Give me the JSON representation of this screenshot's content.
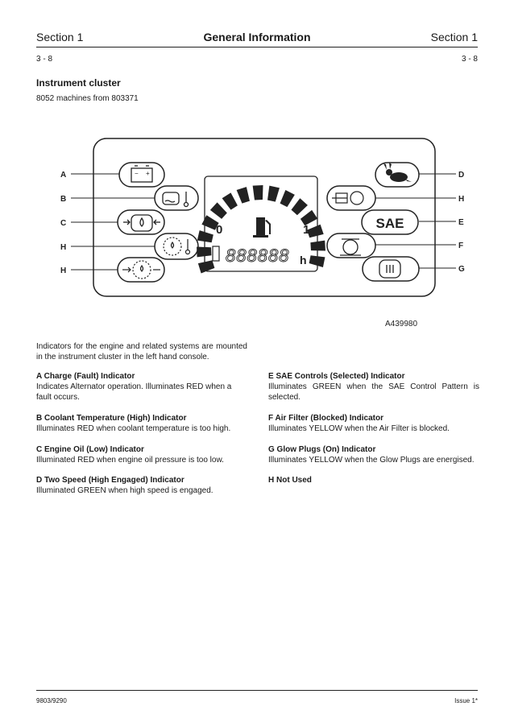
{
  "header": {
    "left": "Section 1",
    "center": "General Information",
    "right": "Section 1"
  },
  "page_numbers": {
    "left": "3 - 8",
    "right": "3 - 8"
  },
  "title": "Instrument cluster",
  "subtitle": "8052 machines from 803371",
  "figure": {
    "ref": "A439980",
    "callouts_left": [
      "A",
      "B",
      "C",
      "H",
      "H"
    ],
    "callouts_right": [
      "D",
      "H",
      "E",
      "F",
      "G"
    ],
    "gauge_min": "0",
    "gauge_max": "1",
    "lcd_digits": "888888",
    "lcd_unit": "h",
    "sae_label": "SAE",
    "icons": [
      "battery-icon",
      "coolant-temperature-icon",
      "oil-pressure-icon",
      "air-filter-icon",
      "glow-plug-icon",
      "rabbit-icon",
      "fuel-pump-icon",
      "hourglass-icon"
    ]
  },
  "intro": "Indicators for the engine and related systems are mounted in the instrument cluster in the left hand console.",
  "items_left": [
    {
      "title": "A  Charge (Fault) Indicator",
      "text": "Indicates Alternator operation. Illuminates RED when a fault occurs."
    },
    {
      "title": "B  Coolant Temperature (High) Indicator",
      "text": "Illuminates RED when coolant temperature is too high."
    },
    {
      "title": "C  Engine Oil (Low) Indicator",
      "text": "Illuminated RED when engine oil pressure is too low."
    },
    {
      "title": "D  Two Speed (High Engaged) Indicator",
      "text": "Illuminated GREEN when high speed is engaged."
    }
  ],
  "items_right": [
    {
      "title": "E SAE Controls (Selected) Indicator",
      "text": "Illuminates GREEN when the SAE Control Pattern is selected."
    },
    {
      "title": "F  Air Filter (Blocked) Indicator",
      "text": "Illuminates YELLOW when the Air Filter is blocked."
    },
    {
      "title": "G  Glow Plugs (On) Indicator",
      "text": "Illuminates YELLOW when the Glow Plugs are energised."
    },
    {
      "title": "H  Not Used",
      "text": ""
    }
  ],
  "footer": {
    "left": "9803/9290",
    "right": "Issue 1*"
  }
}
